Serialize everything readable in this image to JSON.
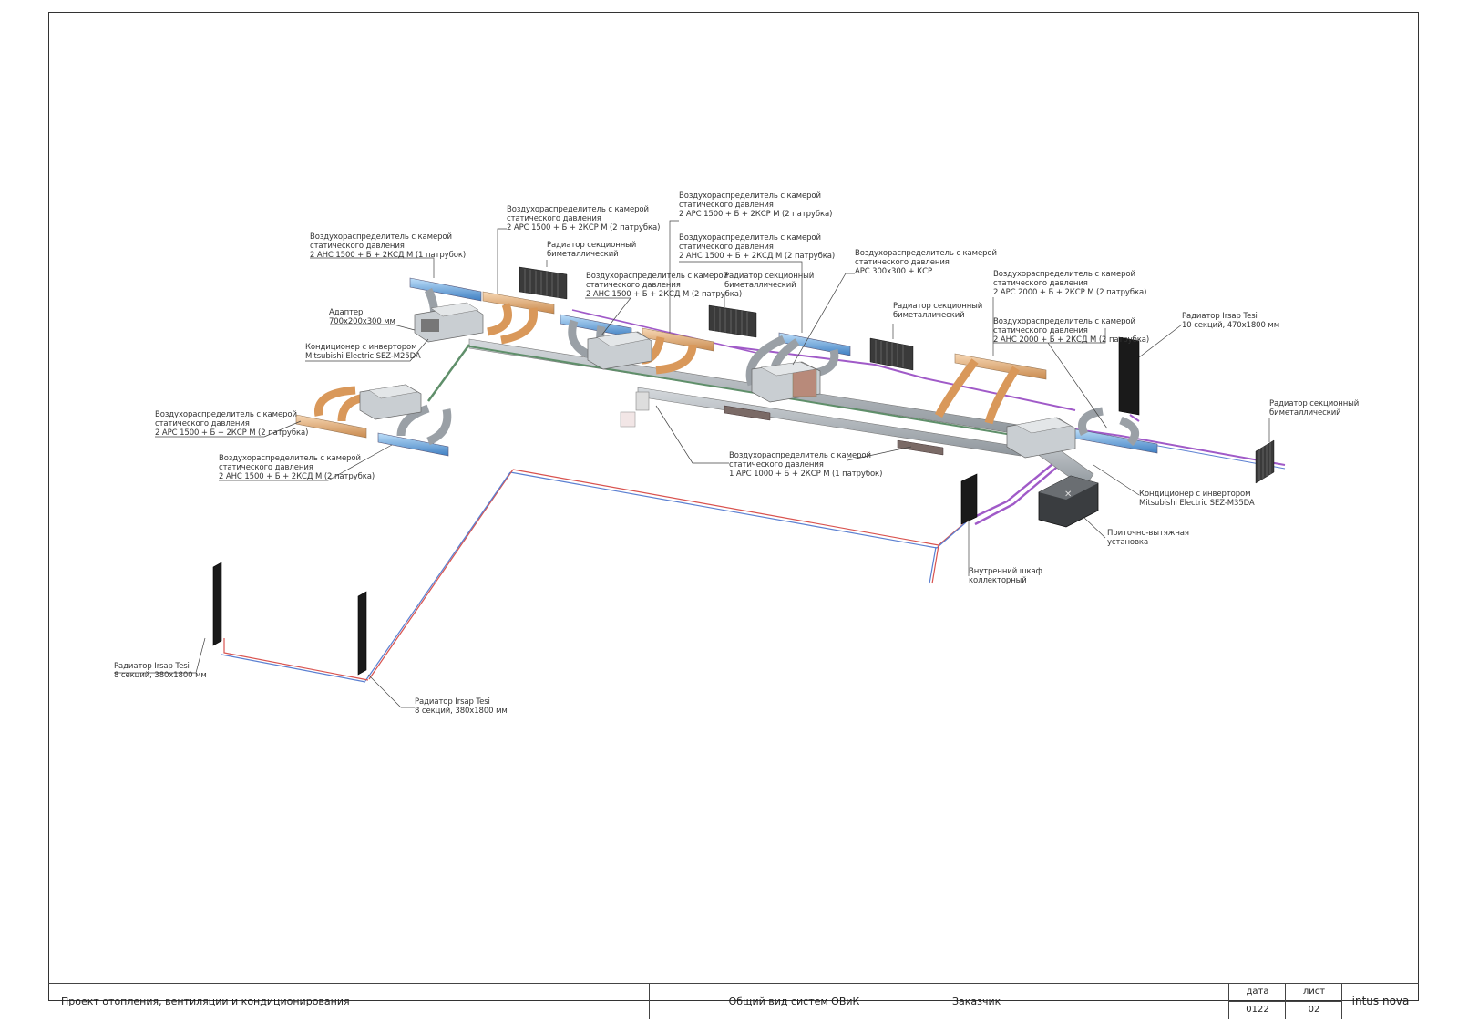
{
  "labels": {
    "vr_anc_1500_1": [
      "Воздухораспределитель с камерой",
      "статического давления",
      "2 АНС 1500 + Б + 2КСД М (1 патрубок)"
    ],
    "vr_apc_1500_top": [
      "Воздухораспределитель с камерой",
      "статического давления",
      "2 АРС 1500 + Б + 2КСР М (2 патрубка)"
    ],
    "radiator_bimetal_1": [
      "Радиатор секционный",
      "биметаллический"
    ],
    "adapter": [
      "Адаптер",
      "700x200x300 мм"
    ],
    "ac_m25": [
      "Кондиционер с инвертором",
      "Mitsubishi Electric SEZ-M25DA"
    ],
    "vr_apc_1500_left": [
      "Воздухораспределитель с камерой",
      "статического давления",
      "2 АРС 1500 + Б + 2КСР М (2 патрубка)"
    ],
    "vr_anc_1500_left": [
      "Воздухораспределитель с камерой",
      "статического давления",
      "2 АНС 1500 + Б + 2КСД М (2 патрубка)"
    ],
    "vr_anc_1500_mid": [
      "Воздухораспределитель с камерой",
      "статического давления",
      "2 АНС 1500 + Б + 2КСД М (2 патрубка)"
    ],
    "radiator_bimetal_2": [
      "Радиатор секционный",
      "биметаллический"
    ],
    "vr_apc_1500_top2": [
      "Воздухораспределитель с камерой",
      "статического давления",
      "2 АРС 1500 + Б + 2КСР М (2 патрубка)"
    ],
    "vr_anc_1500_top2": [
      "Воздухораспределитель с камерой",
      "статического давления",
      "2 АНС 1500 + Б + 2КСД М (2 патрубка)"
    ],
    "vr_apc_300": [
      "Воздухораспределитель с камерой",
      "статического давления",
      "АРС 300x300 + КСР"
    ],
    "radiator_bimetal_3": [
      "Радиатор секционный",
      "биметаллический"
    ],
    "vr_apc_2000": [
      "Воздухораспределитель с камерой",
      "статического давления",
      "2 АРС 2000 + Б + 2КСР М (2 патрубка)"
    ],
    "vr_anc_2000": [
      "Воздухораспределитель с камерой",
      "статического давления",
      "2 АНС 2000 + Б + 2КСД М (2 патрубка)"
    ],
    "radiator_irsap_10": [
      "Радиатор Irsap Tesi",
      "10 секций, 470x1800 мм"
    ],
    "radiator_bimetal_4": [
      "Радиатор секционный",
      "биметаллический"
    ],
    "vr_apc_1000": [
      "Воздухораспределитель с камерой",
      "статического давления",
      "1 АРС 1000 + Б + 2КСР М (1 патрубок)"
    ],
    "ac_m35": [
      "Кондиционер с инвертором",
      "Mitsubishi Electric SEZ-M35DA"
    ],
    "ahu": [
      "Приточно-вытяжная",
      "установка"
    ],
    "cabinet": [
      "Внутренний шкаф",
      "коллекторный"
    ],
    "radiator_irsap_8a": [
      "Радиатор Irsap Tesi",
      "8 секций, 380x1800 мм"
    ],
    "radiator_irsap_8b": [
      "Радиатор Irsap Tesi",
      "8 секций, 380x1800 мм"
    ]
  },
  "title_block": {
    "project": "Проект отопления, вентиляции и кондиционирования",
    "sheet_title": "Общий вид систем ОВиК",
    "customer": "Заказчик",
    "date_label": "дата",
    "date_value": "0122",
    "sheet_label": "лист",
    "sheet_value": "02",
    "brand": "intus nova"
  },
  "colors": {
    "duct": "#b8bec4",
    "duct_dark": "#8d949a",
    "diffuser_orange": "#e6a86a",
    "diffuser_blue": "#8fc4ee",
    "pipe_red": "#d9534f",
    "pipe_blue": "#5a7fd1",
    "pipe_purple": "#a05ac8",
    "pipe_green": "#5f8f6a",
    "radiator": "#222222"
  }
}
